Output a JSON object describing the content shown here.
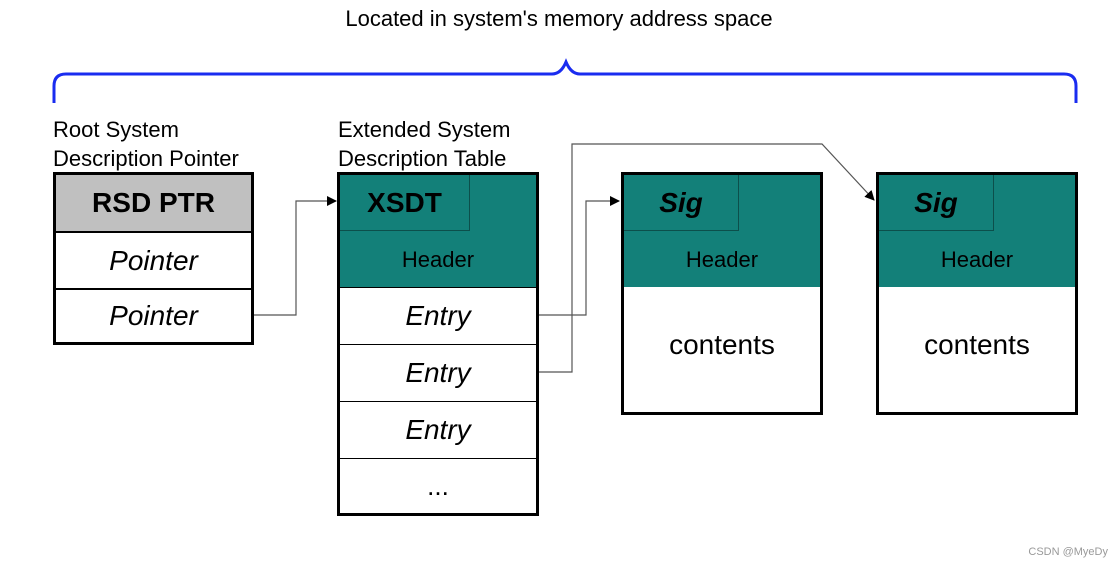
{
  "title": "Located in system's memory address space",
  "colors": {
    "brace": "#1a2cf0",
    "teal": "#138079",
    "gray": "#c0c0c0",
    "wire": "#555555"
  },
  "rsdp": {
    "caption_line1": "Root System",
    "caption_line2": "Description Pointer",
    "header": "RSD PTR",
    "rows": [
      "Pointer",
      "Pointer"
    ]
  },
  "xsdt": {
    "caption_line1": "Extended System",
    "caption_line2": "Description Table",
    "signature": "XSDT",
    "header": "Header",
    "entries": [
      "Entry",
      "Entry",
      "Entry",
      "..."
    ]
  },
  "tables": [
    {
      "signature": "Sig",
      "header": "Header",
      "body": "contents"
    },
    {
      "signature": "Sig",
      "header": "Header",
      "body": "contents"
    }
  ],
  "connections": [
    {
      "from": "rsdp.rows.1",
      "to": "xsdt"
    },
    {
      "from": "xsdt.entries.0",
      "to": "tables.0"
    },
    {
      "from": "xsdt.entries.1",
      "to": "tables.1"
    }
  ],
  "watermark": "CSDN @MyeDy"
}
